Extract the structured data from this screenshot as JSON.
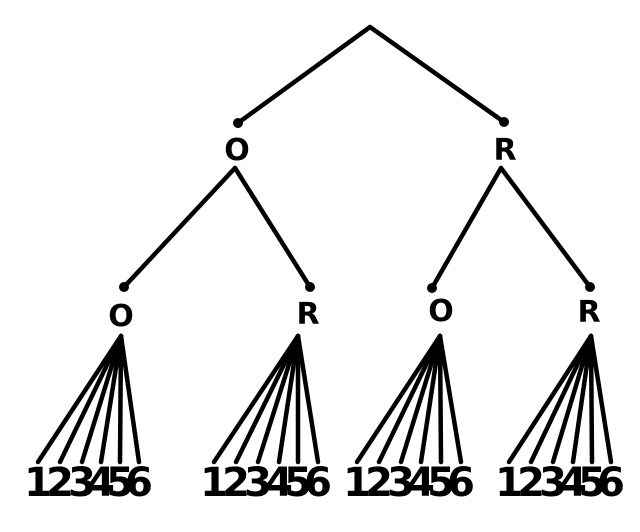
{
  "tree": {
    "level1": [
      "O",
      "R"
    ],
    "level2": [
      "O",
      "R",
      "O",
      "R"
    ],
    "leaf_labels": [
      "1",
      "2",
      "3",
      "4",
      "5",
      "6"
    ]
  },
  "colors": {
    "line": "#000000",
    "background": "#ffffff"
  }
}
